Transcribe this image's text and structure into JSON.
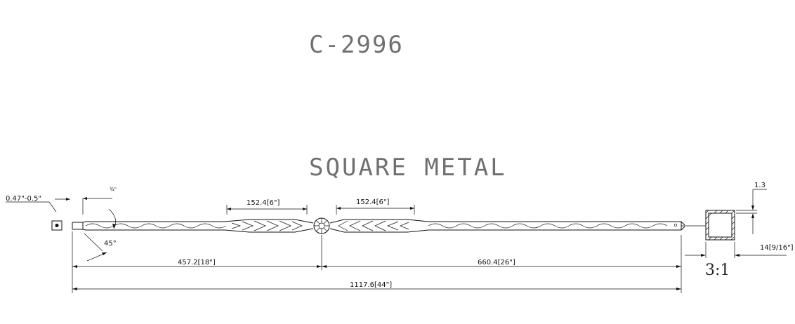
{
  "drawing": {
    "part_number": "C-2996",
    "material": "SQUARE METAL",
    "scale": "3:1"
  },
  "dimensions": {
    "section_size": "0.47\"-0.5\"",
    "end_small": "¾\"",
    "taper_angle": "45°",
    "left_twist_length": "152.4[6\"]",
    "right_twist_length": "152.4[6\"]",
    "left_segment": "457.2[18\"]",
    "right_segment": "660.4[26\"]",
    "overall_length": "1117.6[44\"]",
    "wall_thickness": "1.3",
    "tube_size": "14[9/16\"]"
  }
}
